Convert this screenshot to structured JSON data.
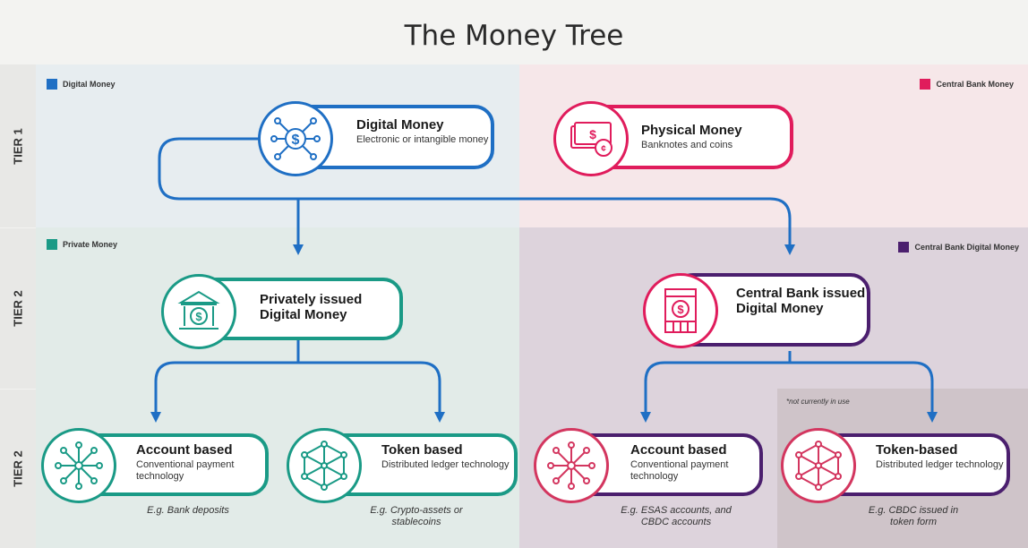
{
  "title": "The Money Tree",
  "tiers": [
    "TIER 1",
    "TIER 2",
    "TIER 2"
  ],
  "legends": {
    "digital_money": "Digital Money",
    "central_bank_money": "Central Bank Money",
    "private_money": "Private Money",
    "cbdm": "Central Bank Digital Money"
  },
  "nodes": {
    "digital": {
      "title": "Digital Money",
      "sub": "Electronic or intangible money"
    },
    "physical": {
      "title": "Physical Money",
      "sub": "Banknotes and coins"
    },
    "private": {
      "title": "Privately issued Digital Money"
    },
    "cbdm": {
      "title": "Central Bank issued Digital Money"
    },
    "acct_private": {
      "title": "Account based",
      "sub": "Conventional payment technology",
      "example": "E.g. Bank deposits"
    },
    "token_private": {
      "title": "Token based",
      "sub": "Distributed ledger technology",
      "example": "E.g. Crypto-assets or stablecoins"
    },
    "acct_cb": {
      "title": "Account based",
      "sub": "Conventional payment technology",
      "example": "E.g. ESAS accounts, and CBDC accounts"
    },
    "token_cb": {
      "title": "Token-based",
      "sub": "Distributed ledger technology",
      "example": "E.g. CBDC issued in token form"
    }
  },
  "note": "*not currently in use",
  "colors": {
    "blue": "#1f6fc4",
    "pink": "#e01c5c",
    "teal": "#1a9a86",
    "purple": "#4b1f6e",
    "pinkdark": "#d3365f"
  }
}
